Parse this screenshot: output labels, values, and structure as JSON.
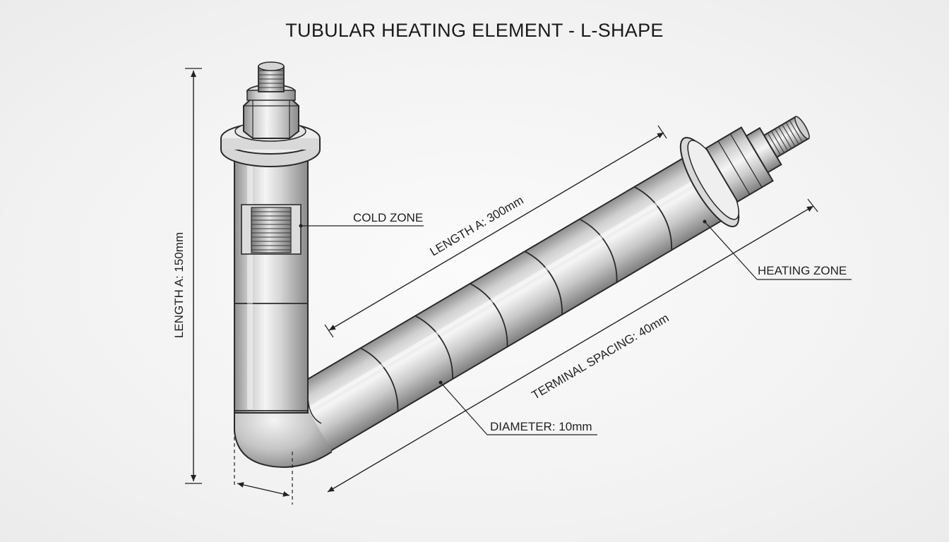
{
  "title": "TUBULAR HEATING ELEMENT - L-SHAPE",
  "labels": {
    "cold_zone": "COLD ZONE",
    "heating_zone": "HEATING ZONE",
    "diameter": "DIAMETER: 10mm",
    "length_vertical": "LENGTH A: 150mm",
    "length_horizontal": "LENGTH A: 300mm",
    "terminal_spacing": "TERMINAL SPACING: 40mm"
  },
  "colors": {
    "tube_light": "#f2f2f2",
    "tube_mid": "#c4c4c4",
    "tube_dark": "#8a8a8a",
    "outline": "#2a2a2a",
    "background": "#f2f2f2"
  }
}
